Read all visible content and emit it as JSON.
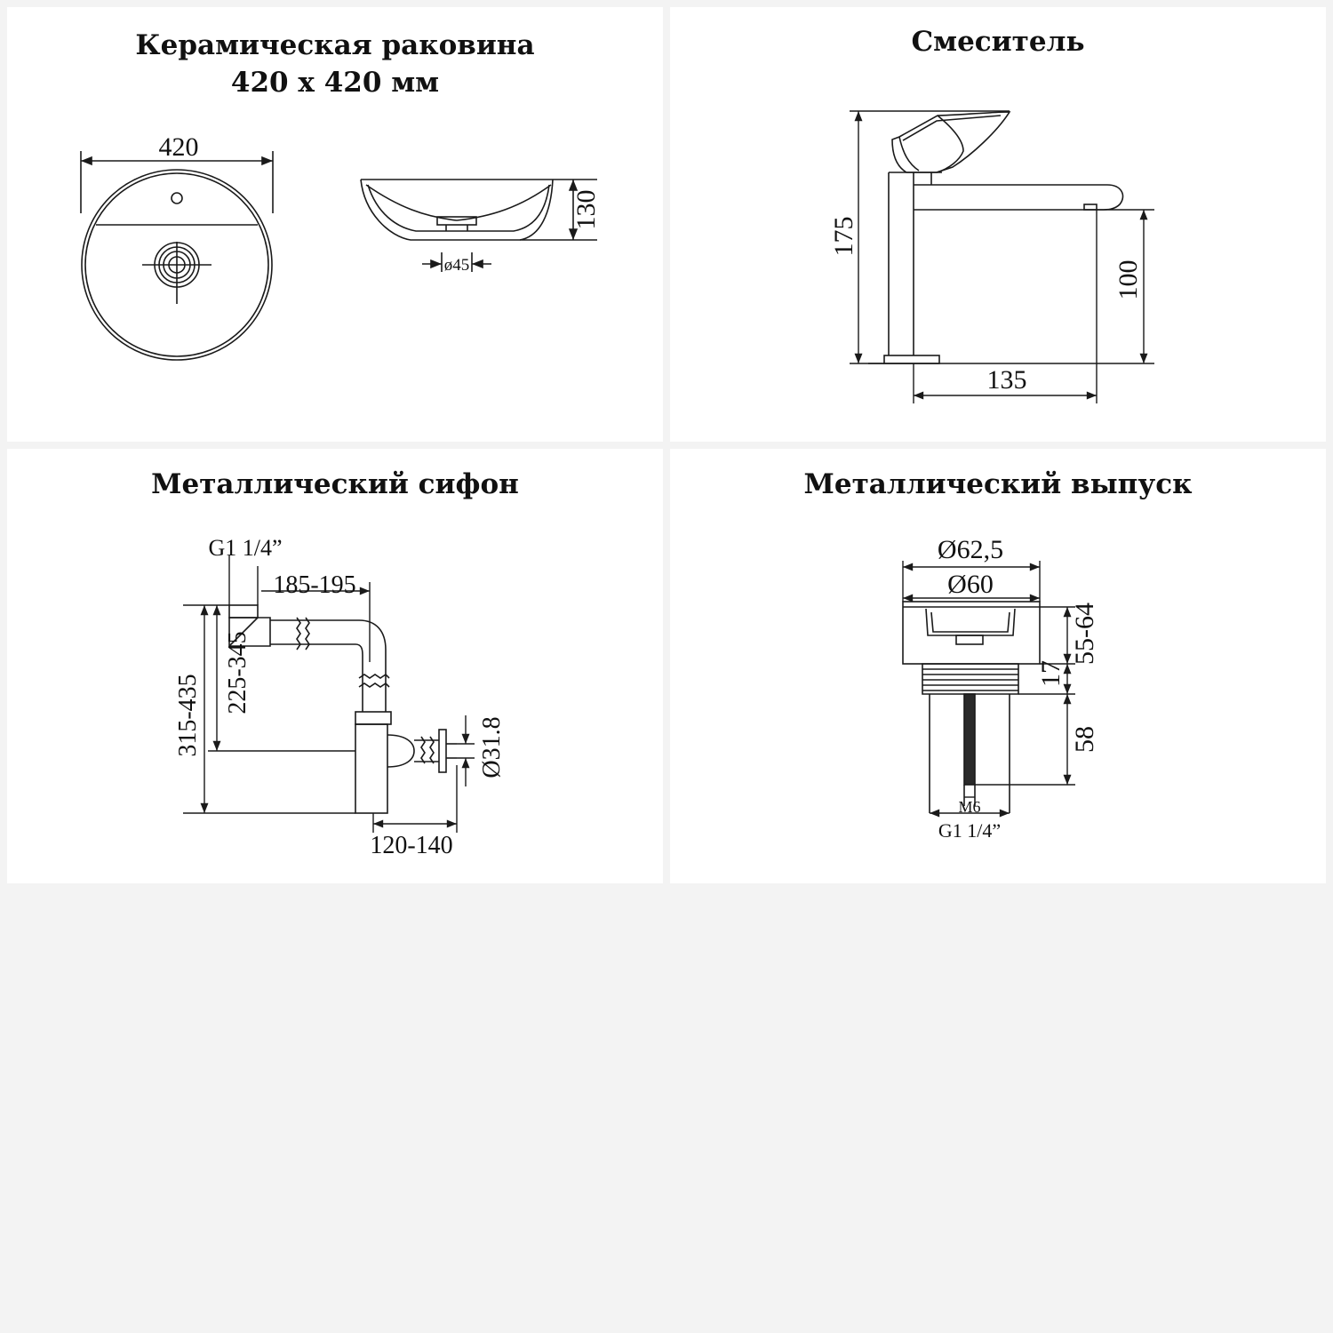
{
  "panels": {
    "sink": {
      "title_line1": "Керамическая раковина",
      "title_line2": "420 x 420 мм",
      "dims": {
        "width": "420",
        "height": "130",
        "drain": "ø45"
      }
    },
    "mixer": {
      "title": "Смеситель",
      "dims": {
        "height": "175",
        "spout_height": "100",
        "spout_reach": "135"
      }
    },
    "siphon": {
      "title": "Металлический сифон",
      "dims": {
        "thread": "G1 1/4”",
        "reach": "185-195",
        "total_height": "315-435",
        "outlet_height": "225-345",
        "outlet_diameter": "Ø31.8",
        "depth": "120-140"
      }
    },
    "drain": {
      "title": "Металлический выпуск",
      "dims": {
        "outer_diameter": "Ø62,5",
        "inner_diameter": "Ø60",
        "adjust_height": "55-64",
        "cap_height": "17",
        "body_height": "58",
        "screw": "M6",
        "thread": "G1 1/4”"
      }
    }
  }
}
